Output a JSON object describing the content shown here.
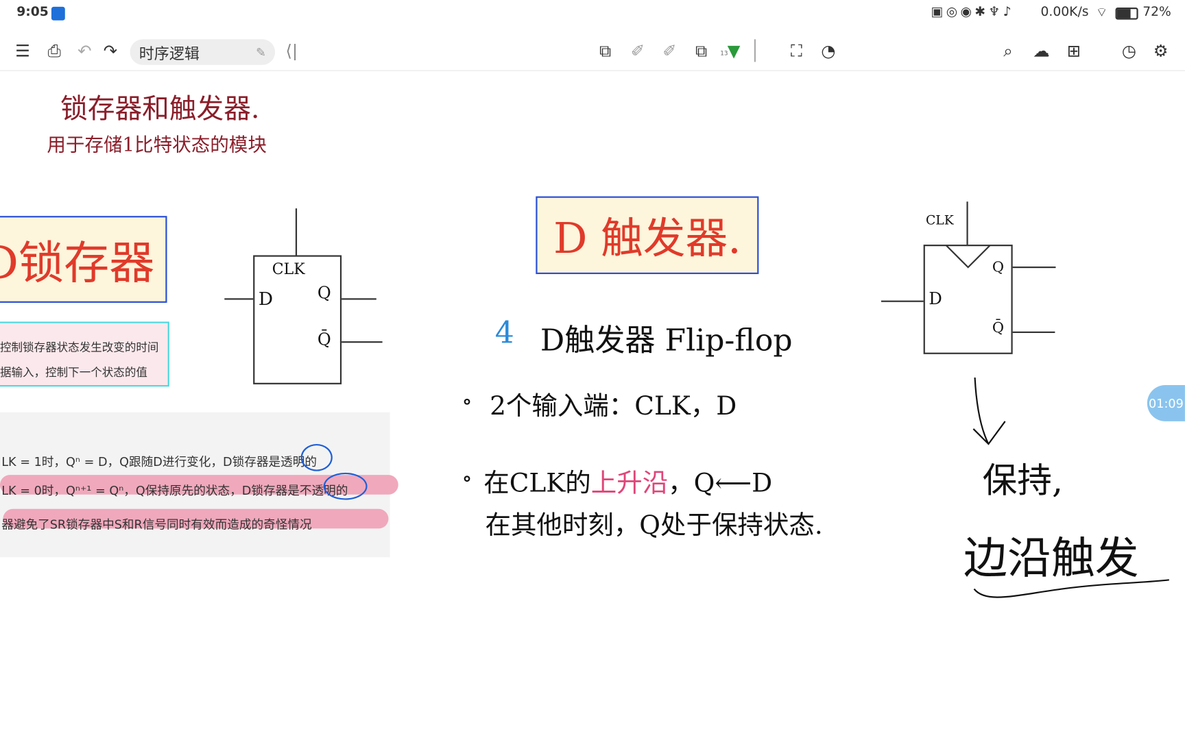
{
  "status_bar": {
    "time": "9:05",
    "network_speed": "0.00K/s",
    "battery": "72%"
  },
  "toolbar": {
    "document_title": "时序逻辑",
    "pen_size": "13"
  },
  "timer": "01:09",
  "note": {
    "heading_line1": "锁存器和触发器.",
    "heading_line2": "用于存储1比特状态的模块",
    "latch_title": "D锁存器",
    "latch_desc_1": "控制锁存器状态发生改变的时间",
    "latch_desc_2": "据输入，控制下一个状态的值",
    "latch_rule_1": "LK = 1时，Qⁿ = D，Q跟随D进行变化，D锁存器是透明的",
    "latch_rule_2": "LK = 0时，Qⁿ⁺¹ = Qⁿ，Q保持原先的状态，D锁存器是不透明的",
    "latch_rule_3": "器避免了SR锁存器中S和R信号同时有效而造成的奇怪情况",
    "latch_clk": "CLK",
    "latch_d": "D",
    "latch_q": "Q",
    "latch_qbar": "Q̄",
    "ff_title": "D 触发器.",
    "ff_heading_num": "4",
    "ff_heading": "D触发器 Flip-flop",
    "bullet_1": "2个输入端：CLK，D",
    "bullet_2_pre": "在CLK的",
    "bullet_2_hl": "上升沿",
    "bullet_2_post": "，Q⟵D",
    "bullet_3": "在其他时刻，Q处于保持状态.",
    "ff_clk": "CLK",
    "ff_d": "D",
    "ff_q": "Q",
    "ff_qbar": "Q̄",
    "side_1": "保持,",
    "side_2": "边沿触发"
  },
  "colors": {
    "red_ink": "#e03a2a",
    "blue_box": "#2a4fd8",
    "pink": "#e0457a",
    "cyan": "#50d8e0",
    "heading_ink": "#8a1e2a"
  }
}
